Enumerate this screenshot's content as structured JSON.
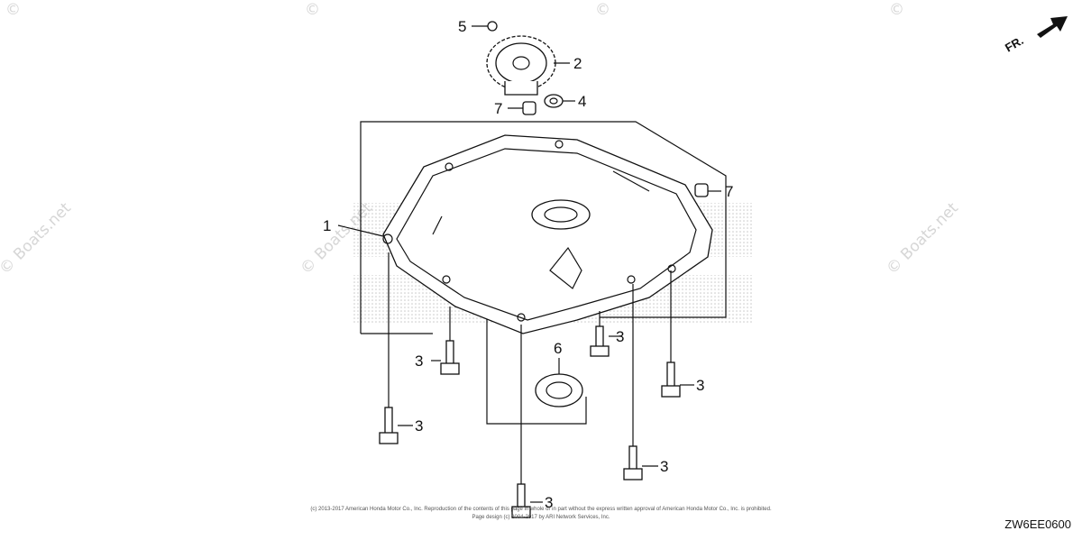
{
  "diagram": {
    "direction_label": "FR.",
    "callouts": [
      {
        "id": "c1",
        "label": "1"
      },
      {
        "id": "c2",
        "label": "2"
      },
      {
        "id": "c3a",
        "label": "3"
      },
      {
        "id": "c3b",
        "label": "3"
      },
      {
        "id": "c3c",
        "label": "3"
      },
      {
        "id": "c3d",
        "label": "3"
      },
      {
        "id": "c3e",
        "label": "3"
      },
      {
        "id": "c3f",
        "label": "3"
      },
      {
        "id": "c4",
        "label": "4"
      },
      {
        "id": "c5",
        "label": "5"
      },
      {
        "id": "c6",
        "label": "6"
      },
      {
        "id": "c7a",
        "label": "7"
      },
      {
        "id": "c7b",
        "label": "7"
      }
    ],
    "diagram_code": "ZW6EE0600",
    "copyright_line1": "(c) 2013-2017 American Honda Motor Co., Inc. Reproduction of the contents of this page in whole or in part without the express written approval of American Honda Motor Co., Inc. is prohibited.",
    "copyright_line2": "Page design (c) 2004-2017 by ARI Network Services, Inc.",
    "watermark_text": "© Boats.net"
  }
}
